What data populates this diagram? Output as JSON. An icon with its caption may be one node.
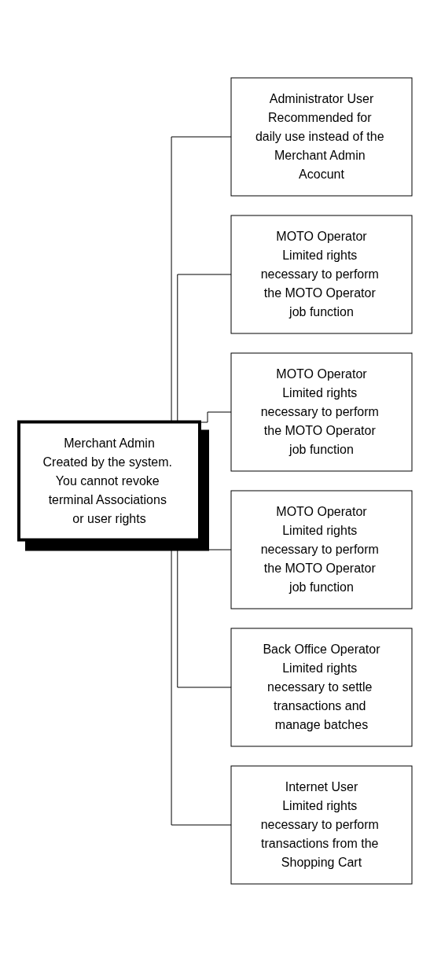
{
  "diagram": {
    "nodes": [
      {
        "text": [
          "Merchant Admin",
          "Created by the system. You cannot revoke terminal Associations or user rights"
        ]
      },
      {
        "text": [
          "Administrator User",
          "Recommended for daily use instead of the Merchant Admin Acocunt"
        ]
      },
      {
        "text": [
          "MOTO Operator",
          "Limited rights necessary to perform the MOTO Operator job function"
        ]
      },
      {
        "text": [
          "MOTO Operator",
          "Limited rights necessary to perform the MOTO Operator job function"
        ]
      },
      {
        "text": [
          "MOTO Operator",
          "Limited rights necessary to perform the MOTO Operator job function"
        ]
      },
      {
        "text": [
          "Back Office Operator",
          "Limited rights necessary to settle transactions and manage batches"
        ]
      },
      {
        "text": [
          "Internet User",
          "Limited rights necessary to perform transactions from the Shopping Cart"
        ]
      }
    ],
    "edges": [
      {
        "from": 0,
        "to": 1,
        "arrow": "none"
      },
      {
        "from": 0,
        "to": 2,
        "arrow": "none"
      },
      {
        "from": 0,
        "to": 3,
        "arrow": "none"
      },
      {
        "from": 0,
        "to": 4,
        "arrow": "none"
      },
      {
        "from": 0,
        "to": 5,
        "arrow": "none"
      },
      {
        "from": 0,
        "to": 6,
        "arrow": "none"
      }
    ]
  }
}
